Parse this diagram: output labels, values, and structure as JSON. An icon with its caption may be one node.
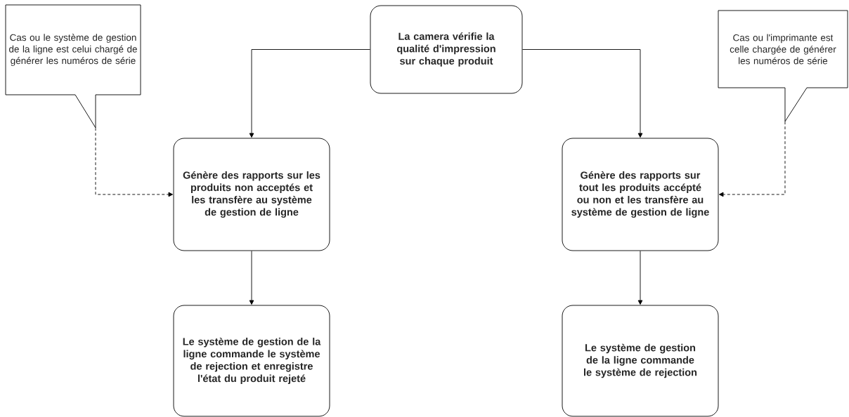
{
  "diagram": {
    "nodes": [
      {
        "text": [
          "Cas ou le système de gestion de la ligne est celui chargé de générer les numéros de série"
        ]
      },
      {
        "text": [
          "La camera vérifie la qualité d'impression sur chaque produit"
        ]
      },
      {
        "text": [
          "Cas ou l'imprimante est celle chargée de générer les numéros de série"
        ]
      },
      {
        "text": [
          "Génère des rapports sur les produits non acceptés et les transfère au système de gestion de ligne"
        ]
      },
      {
        "text": [
          "Génère des rapports sur tout les produits accépté ou non et les transfère au système de gestion de ligne"
        ]
      },
      {
        "text": [
          "Le système de gestion de la ligne commande le système de rejection et enregistre l'état du produit rejeté"
        ]
      },
      {
        "text": [
          "Le système de gestion de la ligne commande le système de rejection"
        ]
      }
    ],
    "edges": [
      {
        "from": 1,
        "to": 3,
        "arrow": "to"
      },
      {
        "from": 1,
        "to": 4,
        "arrow": "to"
      },
      {
        "from": 0,
        "to": 3,
        "arrow": "to",
        "style": "dashed"
      },
      {
        "from": 2,
        "to": 4,
        "arrow": "to",
        "style": "dashed"
      },
      {
        "from": 3,
        "to": 5,
        "arrow": "to"
      },
      {
        "from": 4,
        "to": 6,
        "arrow": "to"
      }
    ]
  }
}
